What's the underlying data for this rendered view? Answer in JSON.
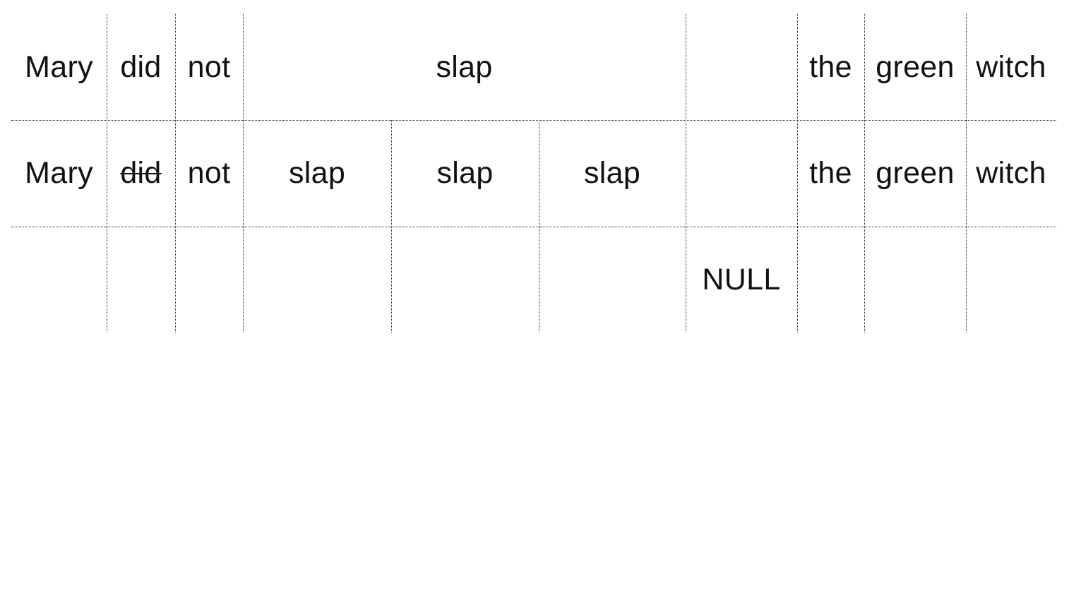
{
  "rows": [
    {
      "name": "source-row",
      "cells": [
        {
          "text": "Mary"
        },
        {
          "text": "did"
        },
        {
          "text": "not"
        },
        {
          "text": "slap"
        },
        {
          "text": ""
        },
        {
          "text": "the"
        },
        {
          "text": "green"
        },
        {
          "text": "witch"
        }
      ]
    },
    {
      "name": "expanded-row",
      "cells": [
        {
          "text": "Mary"
        },
        {
          "text": "did",
          "struck": true
        },
        {
          "text": "not"
        },
        {
          "text": "slap"
        },
        {
          "text": "slap"
        },
        {
          "text": "slap"
        },
        {
          "text": ""
        },
        {
          "text": "the"
        },
        {
          "text": "green"
        },
        {
          "text": "witch"
        }
      ]
    },
    {
      "name": "null-row",
      "cells": [
        {
          "text": "NULL"
        }
      ]
    }
  ]
}
